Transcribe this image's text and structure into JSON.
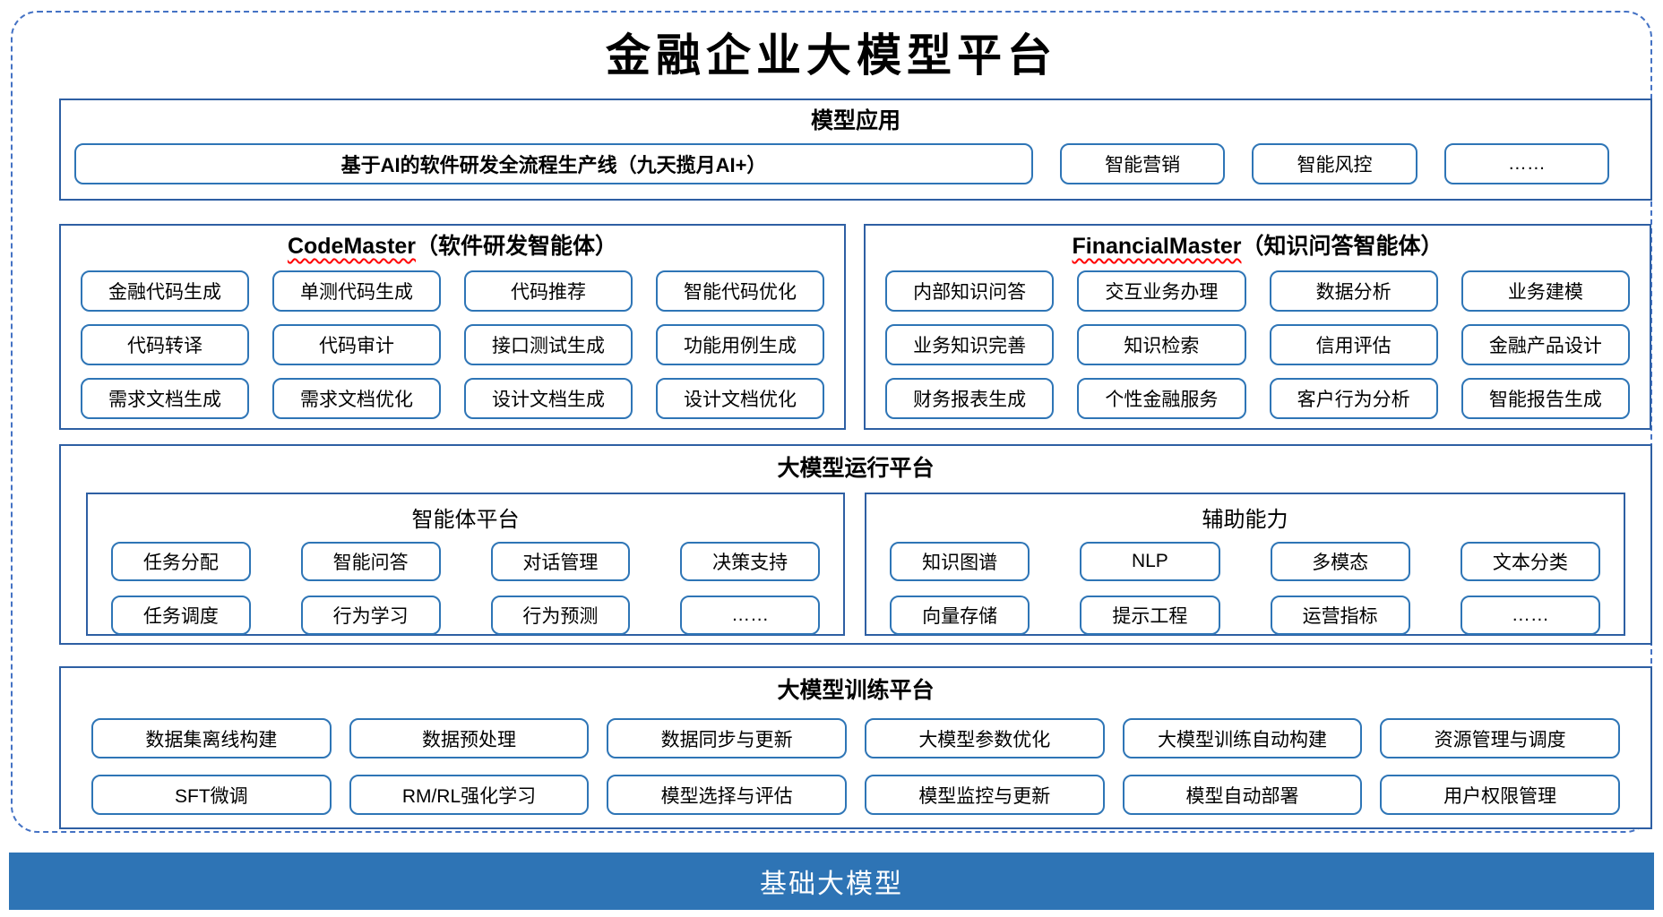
{
  "title": "金融企业大模型平台",
  "colors": {
    "outer_border": "#4472C4",
    "section_border": "#2E5FA3",
    "box_border": "#2E75B6",
    "foundation_bg": "#2E74B5",
    "spellcheck_underline": "#FF0000"
  },
  "model_app": {
    "header": "模型应用",
    "pipeline_box": "基于AI的软件研发全流程生产线（九天揽月AI+）",
    "boxes": [
      "智能营销",
      "智能风控",
      "……"
    ]
  },
  "code_master": {
    "name_en": "CodeMaster",
    "name_zh": "（软件研发智能体）",
    "boxes": [
      "金融代码生成",
      "单测代码生成",
      "代码推荐",
      "智能代码优化",
      "代码转译",
      "代码审计",
      "接口测试生成",
      "功能用例生成",
      "需求文档生成",
      "需求文档优化",
      "设计文档生成",
      "设计文档优化"
    ]
  },
  "financial_master": {
    "name_en": "FinancialMaster",
    "name_zh": "（知识问答智能体）",
    "boxes": [
      "内部知识问答",
      "交互业务办理",
      "数据分析",
      "业务建模",
      "业务知识完善",
      "知识检索",
      "信用评估",
      "金融产品设计",
      "财务报表生成",
      "个性金融服务",
      "客户行为分析",
      "智能报告生成"
    ]
  },
  "runtime": {
    "header": "大模型运行平台",
    "agent_platform": {
      "header": "智能体平台",
      "boxes": [
        "任务分配",
        "智能问答",
        "对话管理",
        "决策支持",
        "任务调度",
        "行为学习",
        "行为预测",
        "……"
      ]
    },
    "aux_capabilities": {
      "header": "辅助能力",
      "boxes": [
        "知识图谱",
        "NLP",
        "多模态",
        "文本分类",
        "向量存储",
        "提示工程",
        "运营指标",
        "……"
      ]
    }
  },
  "training": {
    "header": "大模型训练平台",
    "boxes": [
      "数据集离线构建",
      "数据预处理",
      "数据同步与更新",
      "大模型参数优化",
      "大模型训练自动构建",
      "资源管理与调度",
      "SFT微调",
      "RM/RL强化学习",
      "模型选择与评估",
      "模型监控与更新",
      "模型自动部署",
      "用户权限管理"
    ]
  },
  "foundation": {
    "label": "基础大模型"
  }
}
